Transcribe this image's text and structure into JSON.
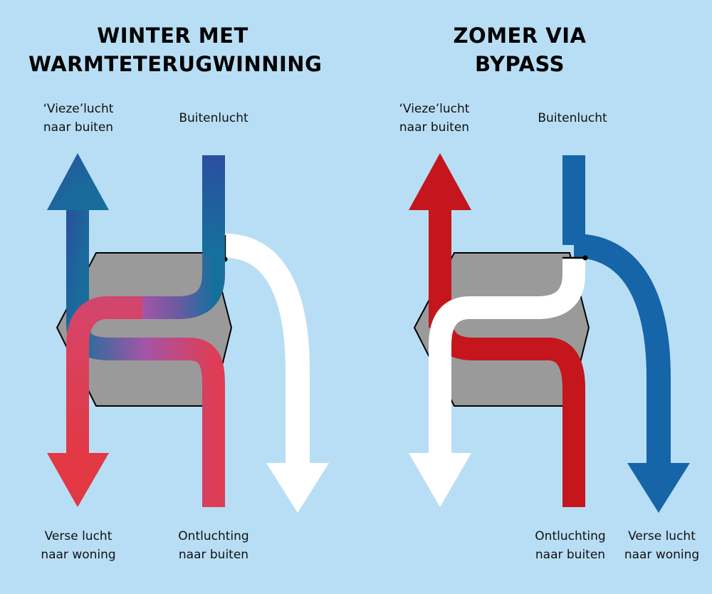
{
  "left": {
    "title_line1": "WINTER MET",
    "title_line2": "WARMTETERUGWINNING",
    "label_exhaust_out_line1": "‘Vieze’lucht",
    "label_exhaust_out_line2": "naar buiten",
    "label_outside_air": "Buitenlucht",
    "label_fresh_in_line1": "Verse lucht",
    "label_fresh_in_line2": "naar woning",
    "label_extract_line1": "Ontluchting",
    "label_extract_line2": "naar buiten"
  },
  "right": {
    "title_line1": "ZOMER VIA",
    "title_line2": "BYPASS",
    "label_exhaust_out_line1": "‘Vieze’lucht",
    "label_exhaust_out_line2": "naar buiten",
    "label_outside_air": "Buitenlucht",
    "label_extract_line1": "Ontluchting",
    "label_extract_line2": "naar buiten",
    "label_fresh_in_line1": "Verse lucht",
    "label_fresh_in_line2": "naar woning"
  },
  "colors": {
    "background": "#b8def5",
    "cold_blue": "#1565a8",
    "warm_red": "#c4161c",
    "bright_red": "#e23844",
    "purple": "#a855a8",
    "exchanger_gray": "#9a9a9a",
    "white": "#ffffff"
  }
}
